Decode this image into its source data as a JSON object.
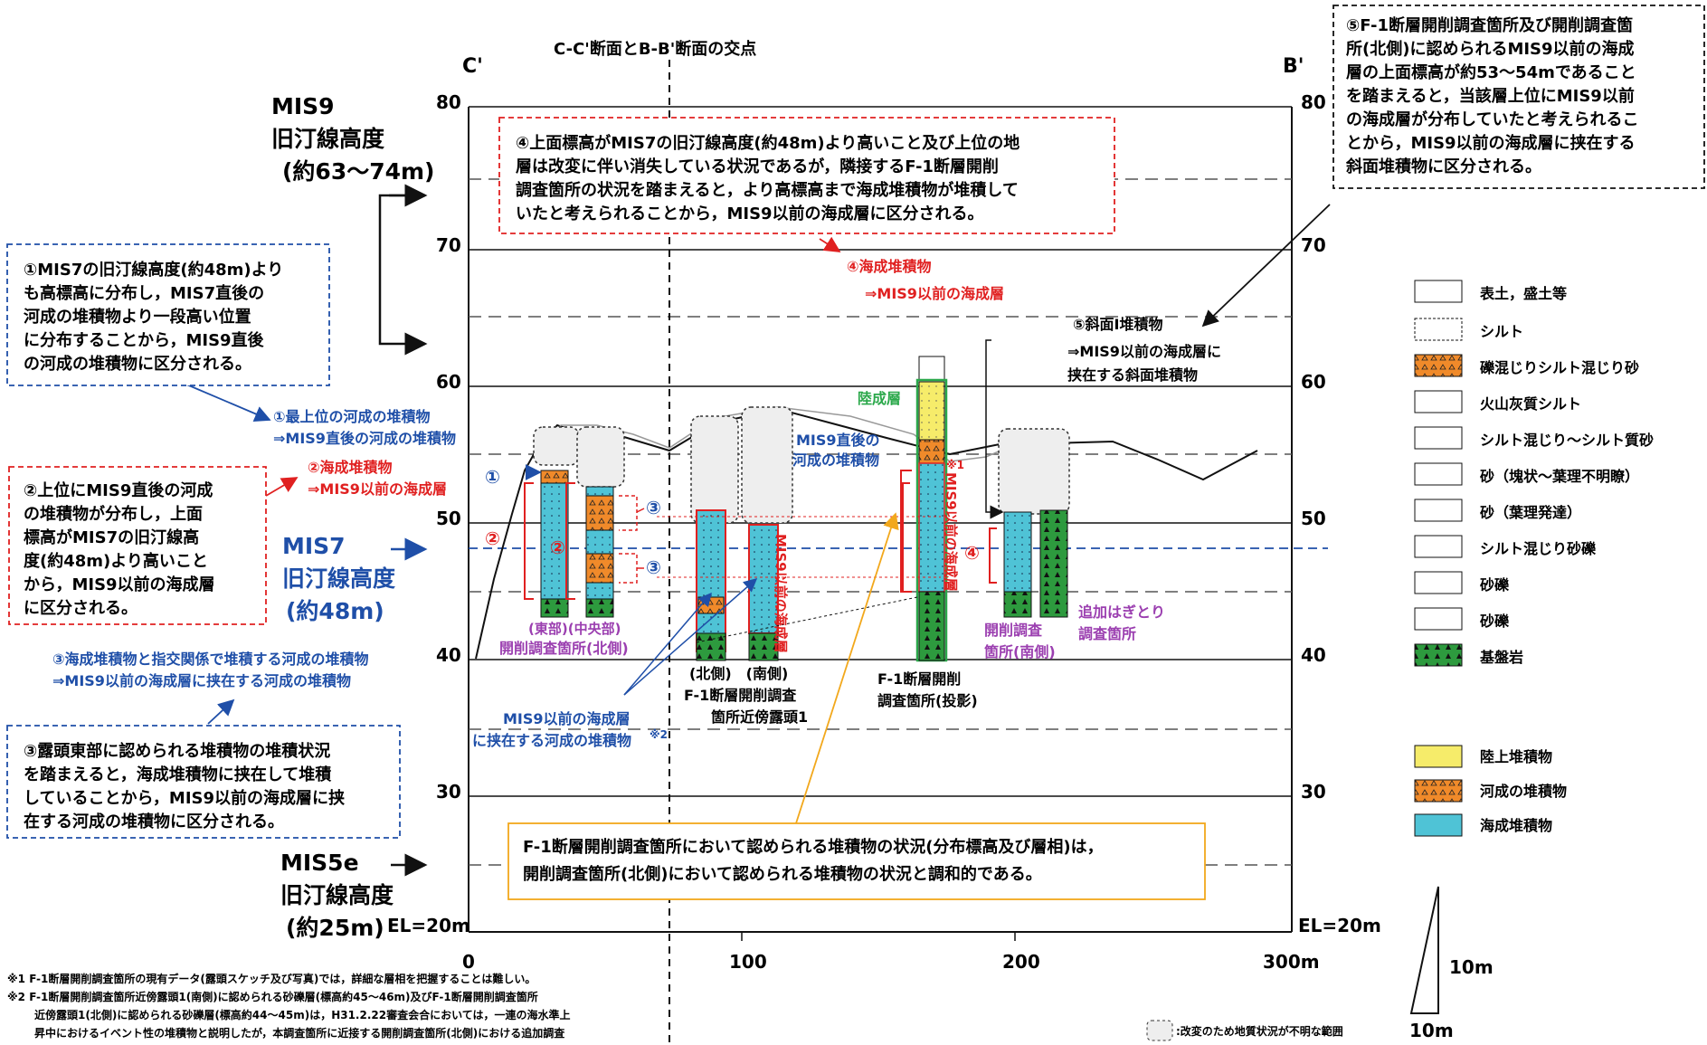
{
  "axes": {
    "left_end": "C'",
    "right_end": "B'",
    "intersection_label": "C-C'断面とB-B'断面の交点",
    "y_ticks": [
      "80",
      "70",
      "60",
      "50",
      "40",
      "30"
    ],
    "x_ticks": [
      "0",
      "100",
      "200",
      "300m"
    ],
    "el_label": "EL=20m"
  },
  "left_annotations": {
    "mis9_title": "MIS9",
    "mis9_sub": "旧汀線高度",
    "mis9_range": "(約63～74m)",
    "mis7_title": "MIS7",
    "mis7_sub": "旧汀線高度",
    "mis7_range": "(約48m)",
    "mis5e_title": "MIS5e",
    "mis5e_sub": "旧汀線高度",
    "mis5e_range": "(約25m)"
  },
  "boxes": {
    "box1": [
      "①MIS7の旧汀線高度(約48m)より",
      "も高標高に分布し，MIS7直後の",
      "河成の堆積物より一段高い位置",
      "に分布することから，MIS9直後",
      "の河成の堆積物に区分される。"
    ],
    "box2": [
      "②上位にMIS9直後の河成",
      "の堆積物が分布し，上面",
      "標高がMIS7の旧汀線高",
      "度(約48m)より高いこと",
      "から，MIS9以前の海成層",
      "に区分される。"
    ],
    "box3": [
      "③露頭東部に認められる堆積物の堆積状況",
      "を踏まえると，海成堆積物に挟在して堆積",
      "していることから，MIS9以前の海成層に挟",
      "在する河成の堆積物に区分される。"
    ],
    "box4": [
      "④上面標高がMIS7の旧汀線高度(約48m)より高いこと及び上位の地",
      "層は改変に伴い消失している状況であるが，隣接するF-1断層開削",
      "調査箇所の状況を踏まえると，より高標高まで海成堆積物が堆積して",
      "いたと考えられることから，MIS9以前の海成層に区分される。"
    ],
    "box5": [
      "⑤F-1断層開削調査箇所及び開削調査箇",
      "所(北側)に認められるMIS9以前の海成",
      "層の上面標高が約53～54mであること",
      "を踏まえると，当該層上位にMIS9以前",
      "の海成層が分布していたと考えられるこ",
      "とから，MIS9以前の海成層に挟在する",
      "斜面堆積物に区分される。"
    ],
    "box_f1": [
      "F-1断層開削調査箇所において認められる堆積物の状況(分布標高及び層相)は，",
      "開削調査箇所(北側)において認められる堆積物の状況と調和的である。"
    ]
  },
  "labels": {
    "l1a": "①最上位の河成の堆積物",
    "l1b": "⇒MIS9直後の河成の堆積物",
    "l2a": "②海成堆積物",
    "l2b": "⇒MIS9以前の海成層",
    "l3a": "③海成堆積物と指交関係で堆積する河成の堆積物",
    "l3b": "⇒MIS9以前の海成層に挟在する河成の堆積物",
    "l4a": "④海成堆積物",
    "l4b": "⇒MIS9以前の海成層",
    "l5a": "⑤斜面Ⅰ堆積物",
    "l5b": "⇒MIS9以前の海成層に",
    "l5c": "挟在する斜面堆積物",
    "rikusei": "陸成層",
    "mis9_after1": "MIS9直後の",
    "mis9_after2": "河成の堆積物",
    "inter_a": "MIS9以前の海成層",
    "inter_b": "に挟在する河成の堆積物",
    "inter_sup": "※2",
    "vert1": "MIS9以前の海成層",
    "vert2": "MIS9以前の海成層",
    "vert_sup": "※1",
    "site1a": "(東部)(中央部)",
    "site1b": "開削調査箇所(北側)",
    "site2a": "(北側)　(南側)",
    "site2b": "F-1断層開削調査",
    "site2c": "箇所近傍露頭1",
    "site3a": "F-1断層開削",
    "site3b": "調査箇所(投影)",
    "site4a": "開削調査",
    "site4b": "箇所(南側)",
    "site5a": "追加はぎとり",
    "site5b": "調査箇所"
  },
  "markers": {
    "m1": "①",
    "m2": "②",
    "m3": "③",
    "m4": "④"
  },
  "legend": [
    {
      "label": "表土，盛土等",
      "color": "#ffffff"
    },
    {
      "label": "シルト",
      "color": "#ffffff"
    },
    {
      "label": "礫混じりシルト混じり砂",
      "color": "#ffffff"
    },
    {
      "label": "火山灰質シルト",
      "color": "#ffffff"
    },
    {
      "label": "シルト混じり～シルト質砂",
      "color": "#ffffff"
    },
    {
      "label": "砂（塊状～葉理不明瞭）",
      "color": "#ffffff"
    },
    {
      "label": "砂（葉理発達）",
      "color": "#ffffff"
    },
    {
      "label": "シルト混じり砂礫",
      "color": "#ffffff"
    },
    {
      "label": "砂礫",
      "color": "#ffffff"
    },
    {
      "label": "砂礫",
      "color": "#ffffff"
    },
    {
      "label": "基盤岩",
      "color": "#2d9a3e"
    }
  ],
  "legend2": [
    {
      "label": "陸上堆積物",
      "color": "#f6ec6a"
    },
    {
      "label": "河成の堆積物",
      "color": "#f08a2a"
    },
    {
      "label": "海成堆積物",
      "color": "#4fc3d6"
    }
  ],
  "scale": {
    "v": "10m",
    "h": "10m"
  },
  "footnotes": [
    "※1 F-1断層開削調査箇所の現有データ(露頭スケッチ及び写真)では，詳細な層相を把握することは難しい。",
    "※2 F-1断層開削調査箇所近傍露頭1(南側)に認められる砂礫層(標高約45～46m)及びF-1断層開削調査箇所",
    "近傍露頭1(北側)に認められる砂礫層(標高約44～45m)は，H31.2.22審査会合においては，一連の海水準上",
    "昇中におけるイベント性の堆積物と説明したが，本調査箇所に近接する開削調査箇所(北側)における追加調査"
  ],
  "unknown_note": ":改変のため地質状況が不明な範囲"
}
